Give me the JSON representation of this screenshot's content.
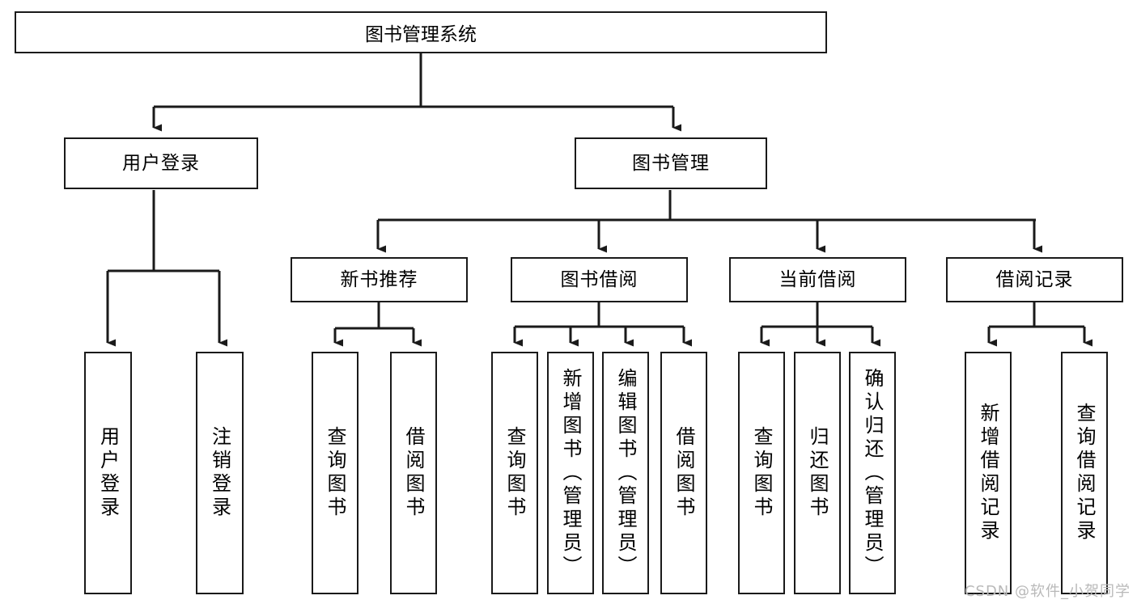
{
  "diagram": {
    "title": "图书管理系统",
    "type": "tree-hierarchy-chart",
    "root": {
      "label": "图书管理系统"
    },
    "level2": [
      {
        "label": "用户登录"
      },
      {
        "label": "图书管理"
      }
    ],
    "level3": [
      {
        "label": "新书推荐"
      },
      {
        "label": "图书借阅"
      },
      {
        "label": "当前借阅"
      },
      {
        "label": "借阅记录"
      }
    ],
    "leaves": {
      "user_login": [
        {
          "label": "用户登录"
        },
        {
          "label": "注销登录"
        }
      ],
      "new_book_recommend": [
        {
          "label": "查询图书"
        },
        {
          "label": "借阅图书"
        }
      ],
      "book_borrow": [
        {
          "label": "查询图书"
        },
        {
          "label": "新增图书（管理员）"
        },
        {
          "label": "编辑图书（管理员）"
        },
        {
          "label": "借阅图书"
        }
      ],
      "current_borrow": [
        {
          "label": "查询图书"
        },
        {
          "label": "归还图书"
        },
        {
          "label": "确认归还（管理员）"
        }
      ],
      "borrow_record": [
        {
          "label": "新增借阅记录"
        },
        {
          "label": "查询借阅记录"
        }
      ]
    }
  },
  "watermark": {
    "text": "CSDN @软件_小贺同学"
  },
  "colors": {
    "stroke": "#1a1a1a",
    "fill": "#ffffff",
    "text": "#000000",
    "watermark": "#b9b9b9"
  }
}
